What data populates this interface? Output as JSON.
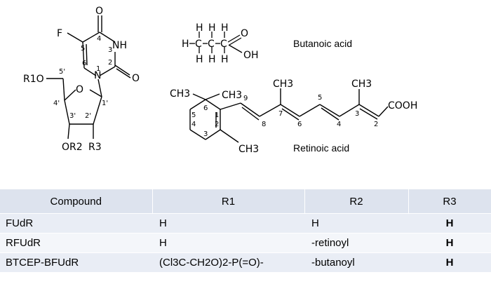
{
  "structures": {
    "fudr": {
      "F": "F",
      "O4": "O",
      "NH": "NH",
      "O2": "O",
      "N1": "N",
      "R1O": "R1O",
      "ring_O": "O",
      "OR2": "OR2",
      "R3": "R3",
      "positions": [
        "1",
        "2",
        "3",
        "4",
        "5",
        "6",
        "1'",
        "2'",
        "3'",
        "4'",
        "5'"
      ]
    },
    "butanoic": {
      "name": "Butanoic acid",
      "H": "H",
      "C": "C",
      "O": "O",
      "OH": "OH"
    },
    "retinoic": {
      "name": "Retinoic acid",
      "CH3": "CH3",
      "COOH": "COOH",
      "positions": [
        "1",
        "2",
        "3",
        "4",
        "5",
        "6",
        "9",
        "7",
        "8",
        "5",
        "6",
        "4",
        "3",
        "2"
      ]
    }
  },
  "table": {
    "headers": [
      "Compound",
      "R1",
      "R2",
      "R3"
    ],
    "rows": [
      [
        "FUdR",
        "H",
        "H",
        "H"
      ],
      [
        "RFUdR",
        "H",
        "-retinoyl",
        "H"
      ],
      [
        "BTCEP-BFUdR",
        "(Cl3C-CH2O)2-P(=O)-",
        "-butanoyl",
        "H"
      ]
    ]
  }
}
